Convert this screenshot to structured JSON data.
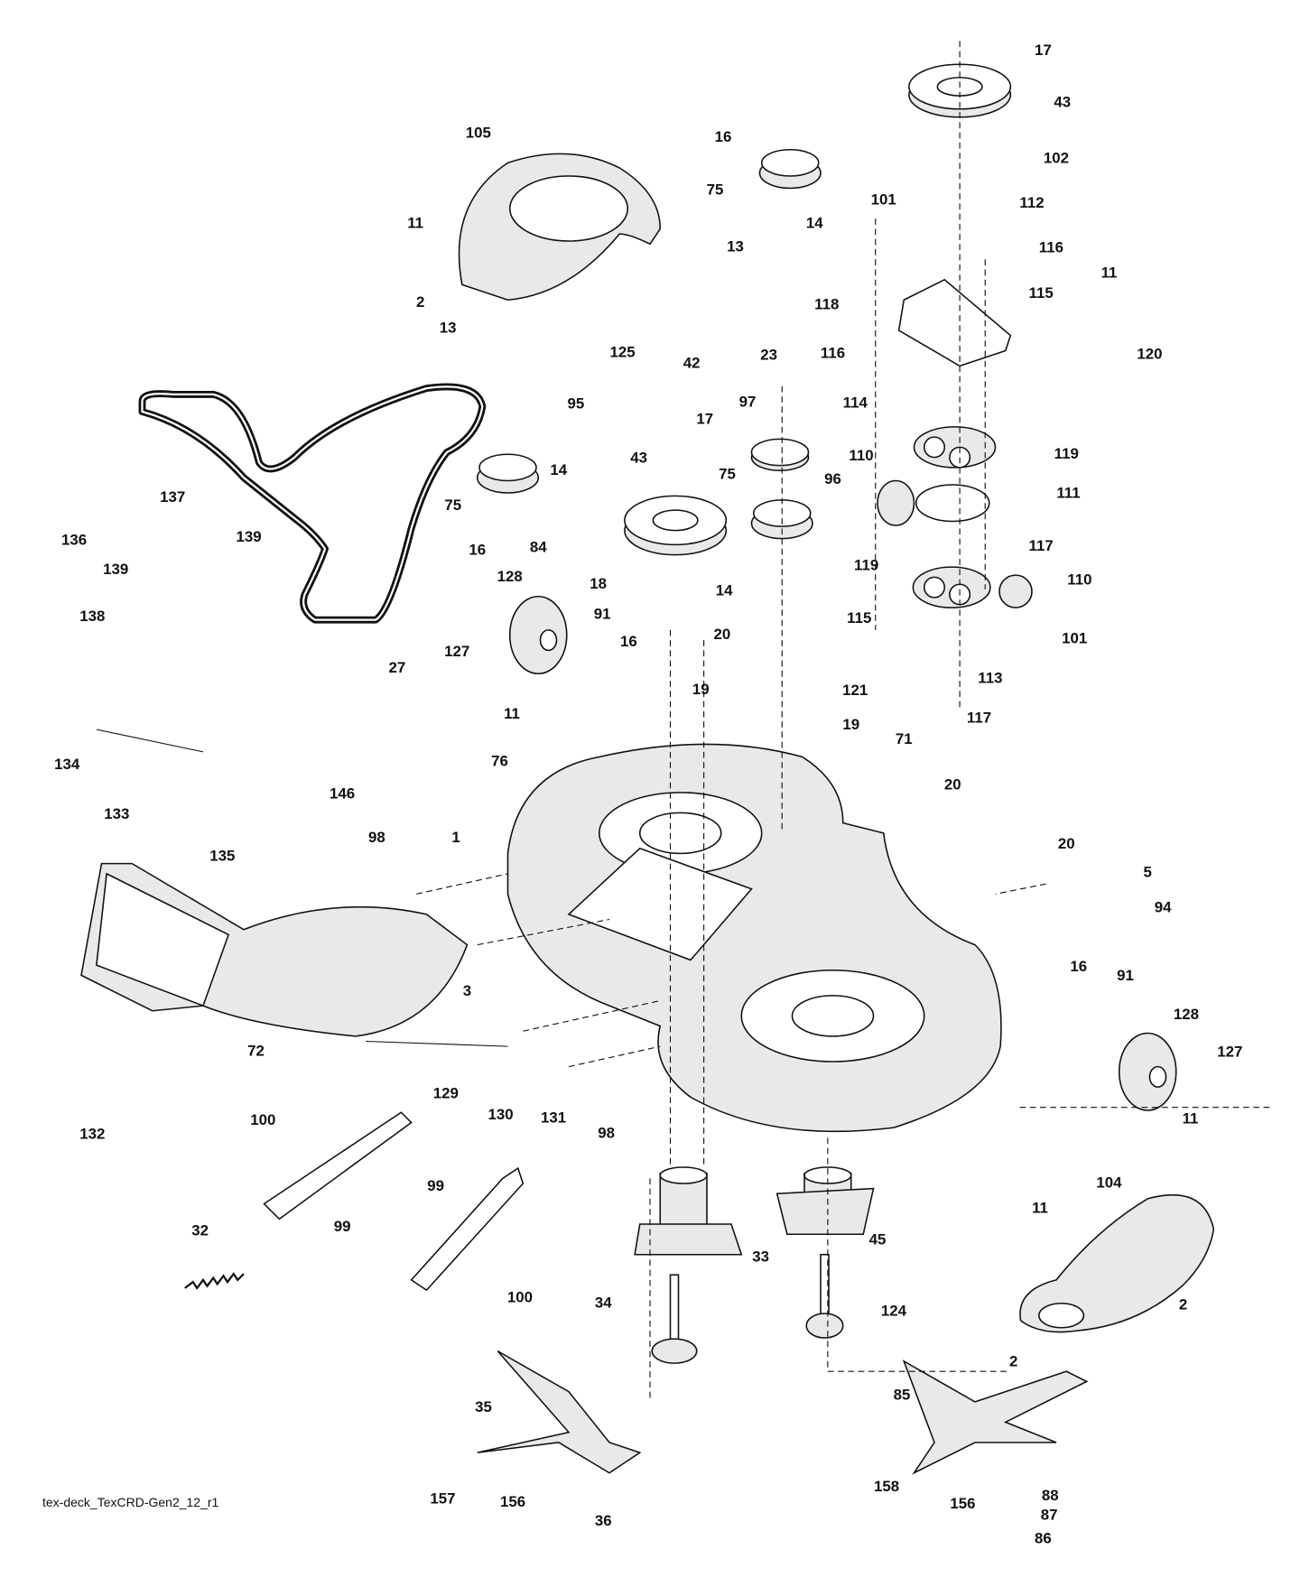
{
  "diagram": {
    "caption": "tex-deck_TexCRD-Gen2_12_r1",
    "callouts": [
      "17",
      "43",
      "105",
      "16",
      "102",
      "75",
      "101",
      "112",
      "11",
      "14",
      "13",
      "116",
      "2",
      "13",
      "118",
      "115",
      "11",
      "125",
      "42",
      "116",
      "120",
      "23",
      "95",
      "97",
      "114",
      "17",
      "14",
      "110",
      "119",
      "43",
      "96",
      "137",
      "75",
      "75",
      "111",
      "136",
      "139",
      "139",
      "16",
      "84",
      "117",
      "119",
      "110",
      "18",
      "14",
      "128",
      "138",
      "127",
      "91",
      "16",
      "20",
      "115",
      "101",
      "27",
      "19",
      "121",
      "113",
      "11",
      "19",
      "117",
      "71",
      "134",
      "76",
      "146",
      "133",
      "20",
      "135",
      "98",
      "1",
      "20",
      "5",
      "94",
      "16",
      "91",
      "128",
      "3",
      "72",
      "127",
      "129",
      "130",
      "131",
      "132",
      "98",
      "100",
      "11",
      "99",
      "99",
      "104",
      "11",
      "45",
      "33",
      "32",
      "100",
      "2",
      "34",
      "124",
      "2",
      "85",
      "35",
      "158",
      "157",
      "156",
      "156",
      "88",
      "87",
      "36",
      "86"
    ]
  }
}
